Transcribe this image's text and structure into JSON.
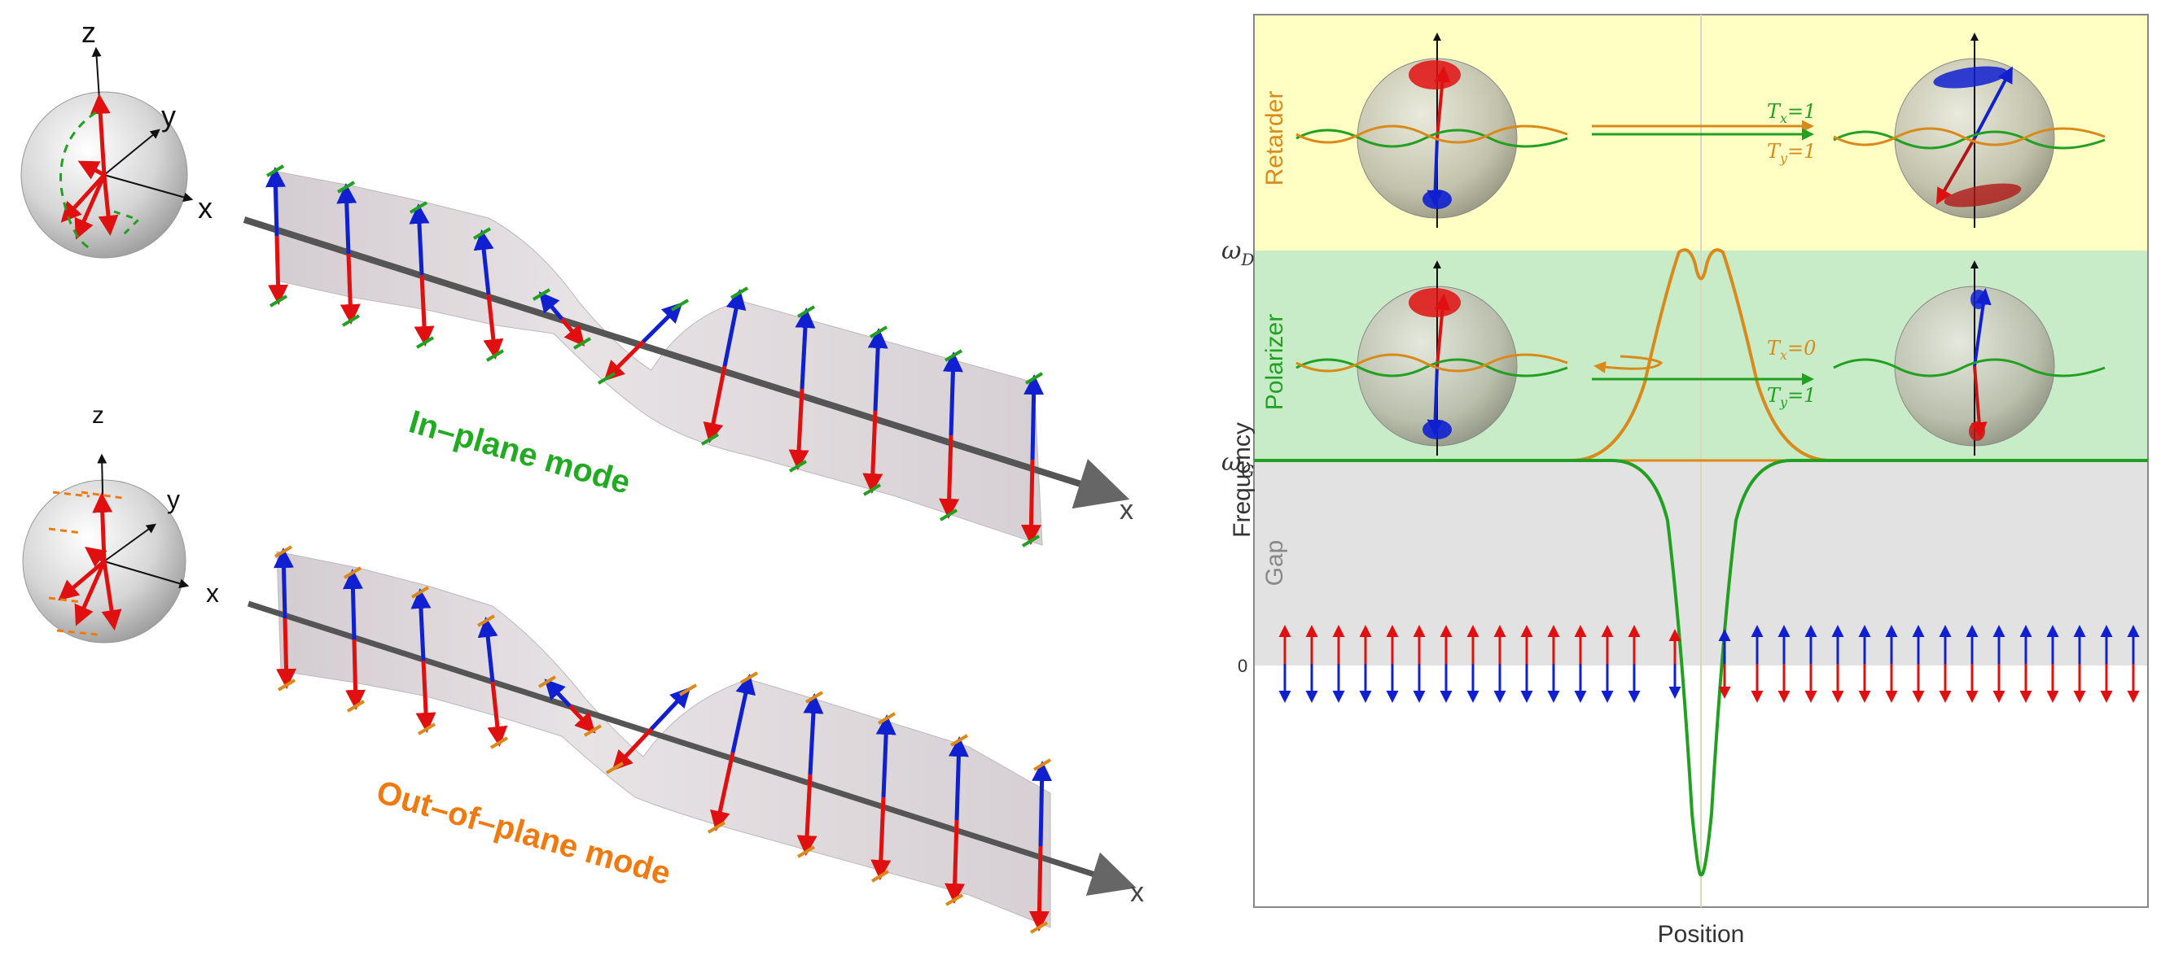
{
  "left_panel": {
    "axes_labels": {
      "x": "x",
      "y": "y",
      "z": "z"
    },
    "in_plane": {
      "title": "In–plane mode",
      "axis_label": "x"
    },
    "out_of_plane": {
      "title": "Out–of–plane mode",
      "axis_label": "x"
    }
  },
  "right_panel": {
    "xlabel": "Position",
    "ylabel": "Frequency",
    "y_ticks": {
      "omega_d": "ωD",
      "omega_d_base": "ω",
      "omega_d_sub": "D",
      "omega_g_base": "ω",
      "omega_g_sub": "G",
      "zero": "0"
    },
    "regions": [
      {
        "name": "Retarder",
        "color": "#ffffc4"
      },
      {
        "name": "Polarizer",
        "color": "#c8ecc8"
      },
      {
        "name": "Gap",
        "color": "#e2e2e2"
      }
    ],
    "retarder": {
      "tx": "T",
      "tx_sub": "x",
      "tx_val": "=1",
      "ty": "T",
      "ty_sub": "y",
      "ty_val": "=1"
    },
    "polarizer": {
      "tx": "T",
      "tx_sub": "x",
      "tx_val": "=0",
      "ty": "T",
      "ty_sub": "y",
      "ty_val": "=1"
    }
  },
  "colors": {
    "green": "#22a022",
    "orange": "#d98a1a",
    "red": "#e01010",
    "blue": "#1020d0",
    "in_plane_title": "#22aa22",
    "out_plane_title": "#f07a10"
  }
}
